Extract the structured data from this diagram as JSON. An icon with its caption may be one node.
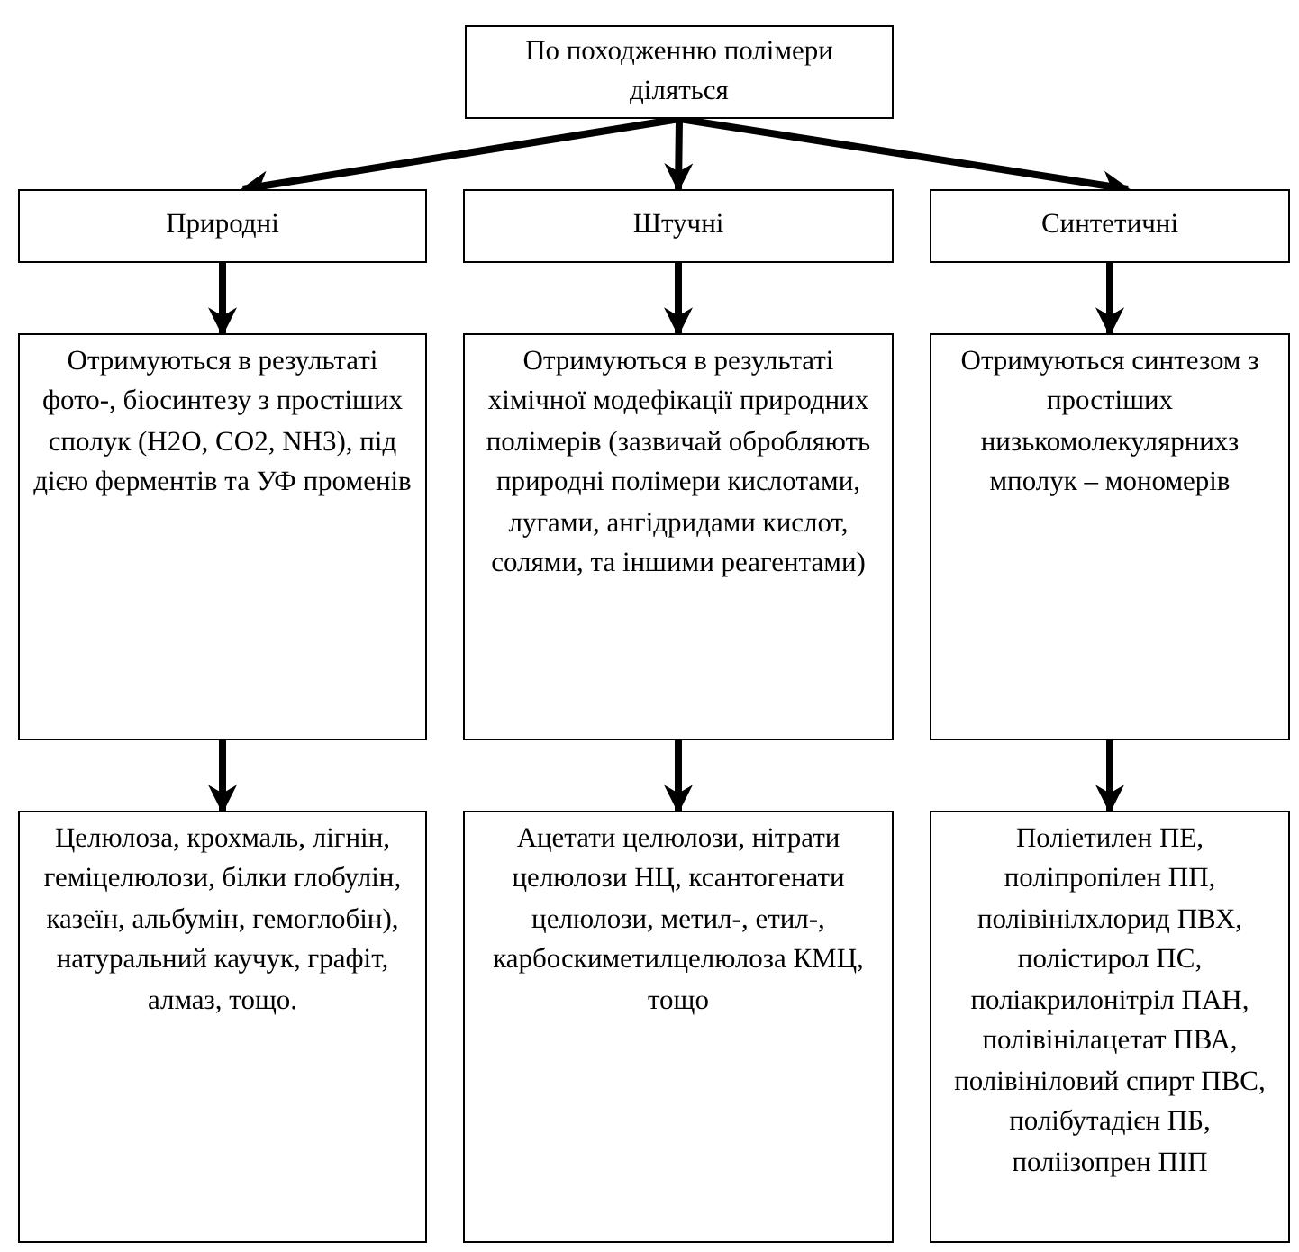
{
  "diagram": {
    "nodes": [
      {
        "text": [
          "По походженню полімери діляться"
        ]
      },
      {
        "text": [
          "Природні"
        ]
      },
      {
        "text": [
          "Штучні"
        ]
      },
      {
        "text": [
          "Синтетичні"
        ]
      },
      {
        "text": [
          "Отримуються в результаті фото-, біосинтезу з простіших сполук (H2O, CO2, NH3), під дією ферментів та УФ променів"
        ]
      },
      {
        "text": [
          "Отримуються в результаті хімічної модефікації природних полімерів (зазвичай обробляють природні полімери кислотами, лугами, ангідридами кислот, солями, та іншими реагентами)"
        ]
      },
      {
        "text": [
          "Отримуються синтезом з простіших низькомолекулярнихз мполук – мономерів"
        ]
      },
      {
        "text": [
          "Целюлоза, крохмаль, лігнін, геміцелюлози, білки глобулін, казеїн, альбумін, гемоглобін), натуральний каучук, графіт, алмаз, тощо."
        ]
      },
      {
        "text": [
          "Ацетати целюлози, нітрати целюлози НЦ, ксантогенати целюлози, метил-, етил-, карбоскиметилцелюлоза КМЦ, тощо"
        ]
      },
      {
        "text": [
          "Поліетилен ПЕ, поліпропілен ПП, полівінілхлорид ПВХ, полістирол ПС, поліакрилонітріл ПАН, полівінілацетат ПВА, полівініловий спирт ПВС, полібутадієн ПБ, поліізопрен ПІП"
        ]
      }
    ],
    "edges": [
      {
        "from": 0,
        "to": 1,
        "arrow": "to"
      },
      {
        "from": 0,
        "to": 2,
        "arrow": "to"
      },
      {
        "from": 0,
        "to": 3,
        "arrow": "to"
      },
      {
        "from": 1,
        "to": 4,
        "arrow": "to"
      },
      {
        "from": 2,
        "to": 5,
        "arrow": "to"
      },
      {
        "from": 3,
        "to": 6,
        "arrow": "to"
      },
      {
        "from": 4,
        "to": 7,
        "arrow": "to"
      },
      {
        "from": 5,
        "to": 8,
        "arrow": "to"
      },
      {
        "from": 6,
        "to": 9,
        "arrow": "to"
      }
    ]
  }
}
